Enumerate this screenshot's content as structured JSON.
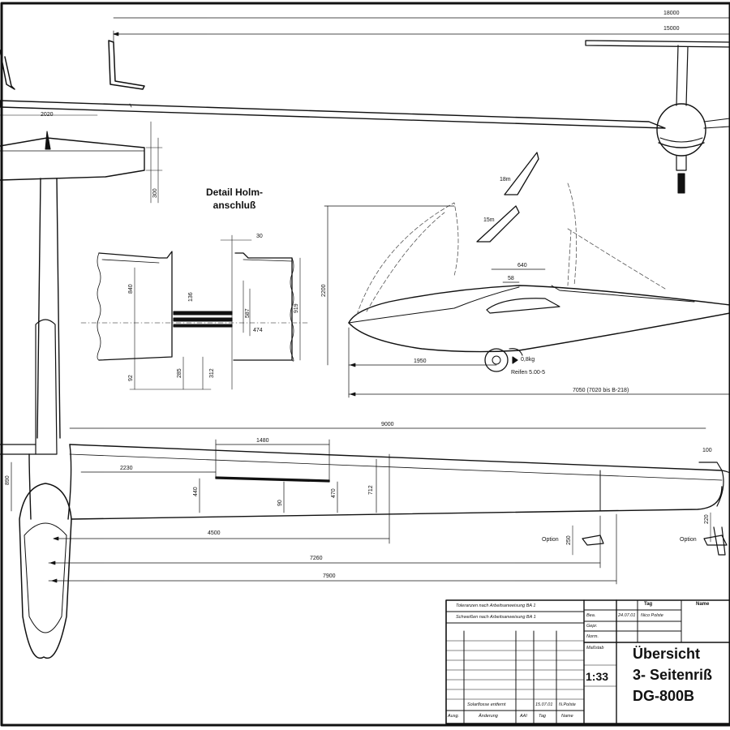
{
  "colors": {
    "ink": "#111111",
    "paper": "#ffffff",
    "dash": "#555555"
  },
  "dimensions": {
    "span_outer": "18000",
    "span_inner": "15000",
    "tail_span": "2020",
    "tail_height": "300",
    "wing_half": "9000",
    "aileron_len": "1480",
    "chord_root": "2230",
    "flap_pos": "4500",
    "len_7260": "7260",
    "len_7900": "7900",
    "side_height": "2200",
    "canopy_len": "640",
    "canopy_sub": "58",
    "wheel_pos": "1950",
    "fuselage_len": "7050 (7020 bis B-218)",
    "root_gap": "890",
    "d_440": "440",
    "d_90": "90",
    "d_470": "470",
    "d_712": "712",
    "tip_100": "100",
    "option_d1": "250",
    "option_d2": "220",
    "det_30": "30",
    "det_840": "840",
    "det_136": "136",
    "det_587": "587",
    "det_474": "474",
    "det_919": "919",
    "det_92": "92",
    "det_285": "285",
    "det_312": "312"
  },
  "labels": {
    "detail_title_1": "Detail Holm-",
    "detail_title_2": "anschluß",
    "winglet_18m": "18m",
    "winglet_15m": "15m",
    "tyre": "Reifen 5.00-5",
    "cg_mark": "0,8kg",
    "option_1": "Option",
    "option_2": "Option"
  },
  "title_block": {
    "notes": [
      "Toleranzen nach Arbeitsanweisung BA 1",
      "Schweißen nach Arbeitsanweisung BA 1"
    ],
    "hdr_tag": "Tag",
    "hdr_name": "Name",
    "row_bea": "Bea.",
    "row_gepr": "Gepr.",
    "row_norm": "Norm.",
    "bea_date": "24.07.01",
    "bea_name": "Nico Polste",
    "massstab": "Maßstab",
    "scale": "1:33",
    "title1": "Übersicht",
    "title2": "3- Seitenriß",
    "title3": "DG-800B",
    "rev_text": "Solarflosse entfernt",
    "rev_date": "15.07.01",
    "rev_name": "N.Polste",
    "col_ausg": "Ausg.",
    "col_aend": "Änderung",
    "col_aai": "AAI",
    "col_tag": "Tag",
    "col_name": "Name"
  }
}
